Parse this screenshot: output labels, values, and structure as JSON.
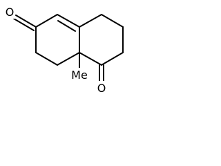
{
  "molecule": {
    "atoms": {
      "oxygen_left": "O",
      "oxygen_right": "O",
      "methyl": "Me"
    }
  },
  "colors": {
    "bond": "#000000",
    "background": "#ffffff"
  }
}
